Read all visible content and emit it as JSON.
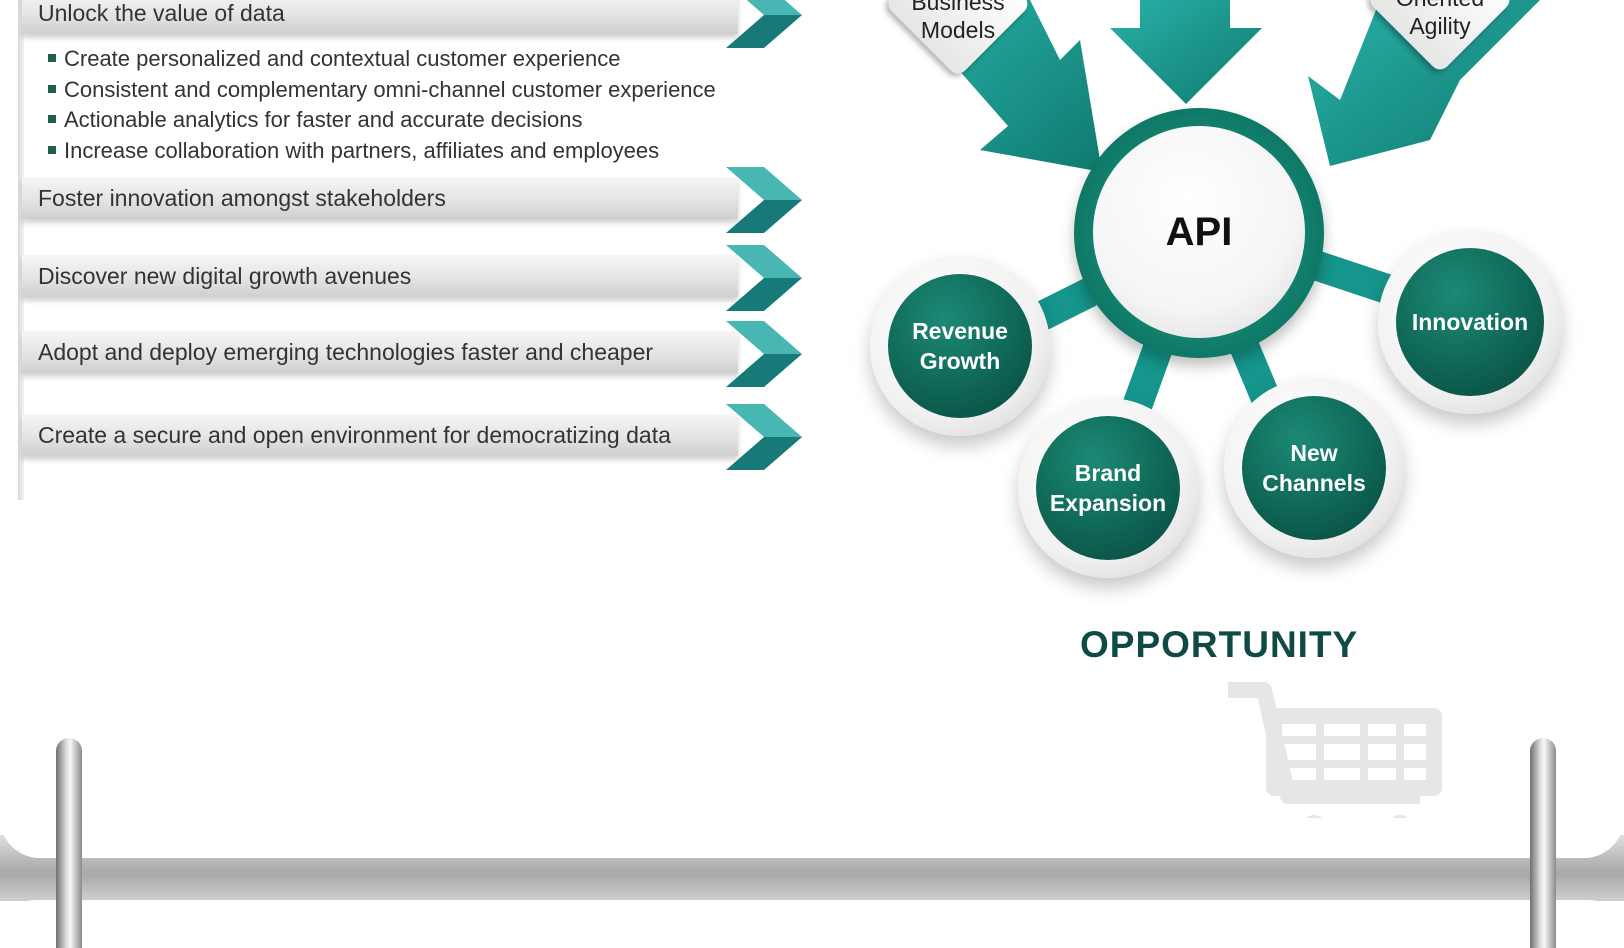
{
  "left_list": {
    "sections": [
      {
        "title": "Unlock the value of data",
        "bullets": [
          "Create personalized and contextual customer experience",
          "Consistent and complementary omni-channel customer experience",
          "Actionable analytics for faster and accurate decisions",
          "Increase collaboration with partners, affiliates and employees"
        ]
      },
      {
        "title": "Foster innovation amongst stakeholders"
      },
      {
        "title": "Discover new digital growth avenues"
      },
      {
        "title": "Adopt and deploy emerging technologies faster and cheaper"
      },
      {
        "title": "Create a secure and open environment for democratizing data"
      }
    ]
  },
  "diagram": {
    "hub_label": "API",
    "inputs": [
      {
        "label_line1": "Business",
        "label_line2": "Models"
      },
      {
        "label_line1": "Oriented",
        "label_line2": "Agility"
      }
    ],
    "outcomes": [
      {
        "line1": "Revenue",
        "line2": "Growth"
      },
      {
        "line1": "Brand",
        "line2": "Expansion"
      },
      {
        "line1": "New",
        "line2": "Channels"
      },
      {
        "line1": "Innovation",
        "line2": ""
      }
    ],
    "footer_label": "OPPORTUNITY"
  },
  "colors": {
    "teal": "#1aa39a",
    "teal_dark": "#0e6c5e",
    "heading": "#0f4a45"
  },
  "icons": [
    "chevron-right-icon",
    "shopping-cart-icon"
  ]
}
